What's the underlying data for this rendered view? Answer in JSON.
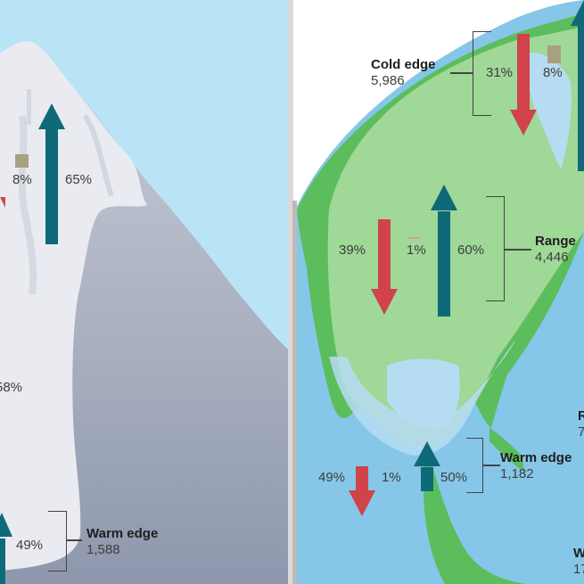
{
  "colors": {
    "sky": "#b8e4f6",
    "snow": "#eef0f5",
    "rock": "#a7aec0",
    "ocean": "#86c6e8",
    "land": "#5cbd5c",
    "range_fill": "#9fd897",
    "range_water": "#b6dcf2",
    "teal_arrow": "#0e6a78",
    "red_arrow": "#d0434a",
    "tan_square": "#a9a07e"
  },
  "mountain_panel": {
    "top_group": {
      "stable_pct": "8%",
      "up_pct": "65%"
    },
    "middle_group": {
      "pct_partial": "58%"
    },
    "warm_edge": {
      "up_pct": "49%",
      "label": "Warm edge",
      "count": "1,588"
    }
  },
  "globe_panel": {
    "cold_edge": {
      "label": "Cold edge",
      "count": "5,986",
      "down_pct": "31%",
      "stable_pct": "8%"
    },
    "range": {
      "label": "Range",
      "count": "4,446",
      "down_pct": "39%",
      "stable_pct": "1%",
      "up_pct": "60%"
    },
    "warm_edge": {
      "label": "Warm edge",
      "count": "1,182",
      "down_pct": "49%",
      "stable_pct": "1%",
      "up_pct": "50%"
    },
    "cut_label_1": {
      "label": "R",
      "count": "7"
    },
    "cut_label_2": {
      "label": "W",
      "count": "17"
    }
  }
}
